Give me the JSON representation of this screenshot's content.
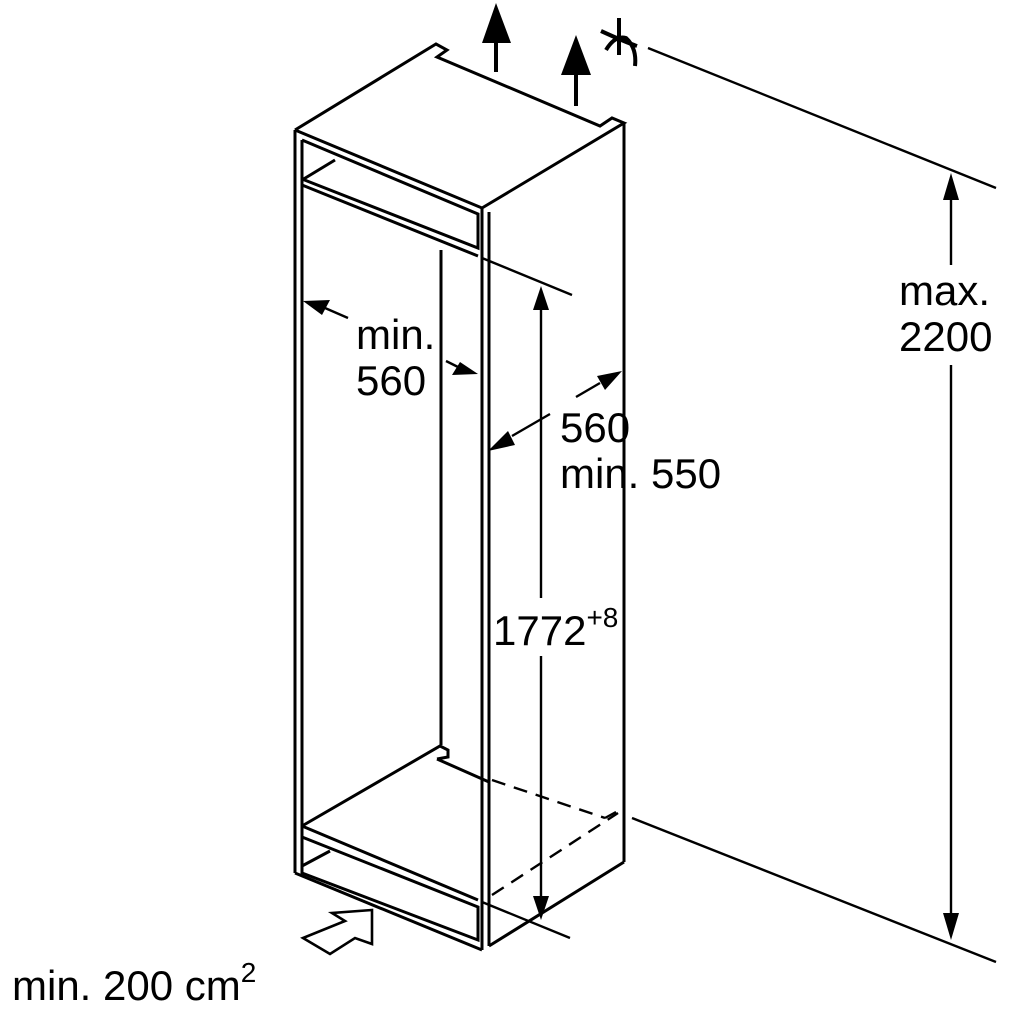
{
  "diagram": {
    "subject": "Built-in refrigerator niche installation dimensions",
    "units": "mm",
    "colors": {
      "line": "#000000",
      "background": "#ffffff"
    },
    "labels": {
      "niche_width_line1": "min.",
      "niche_width_line2": "560",
      "niche_depth_line1": "560",
      "niche_depth_line2": "min. 550",
      "niche_height_value": "1772",
      "niche_height_tolerance": "+8",
      "max_height_line1": "max.",
      "max_height_line2": "2200",
      "ventilation_value": "min. 200 cm",
      "ventilation_superscript": "2"
    },
    "icons": {
      "exhaust_arrows": "up-arrow",
      "air_intake_arrow": "outline-arrow",
      "floor_mark": "alignment-symbol"
    }
  }
}
